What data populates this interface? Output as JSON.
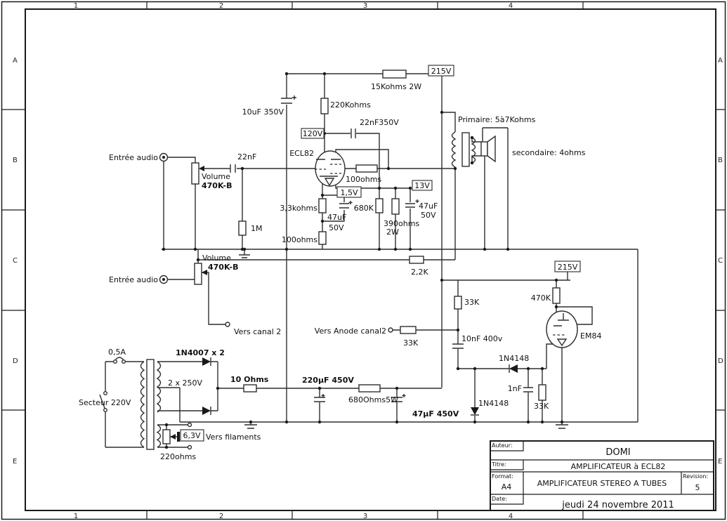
{
  "frame": {
    "cols": [
      "1",
      "2",
      "3",
      "4"
    ],
    "rows": [
      "A",
      "B",
      "C",
      "D",
      "E"
    ]
  },
  "title_block": {
    "auteur_label": "Auteur:",
    "auteur_value": "DOMI",
    "titre_label": "Titre:",
    "titre_value": "AMPLIFICATEUR à ECL82",
    "format_label": "Format:",
    "format_value": "A4",
    "main_title": "AMPLIFICATEUR STEREO A TUBES",
    "revision_label": "Revision:",
    "revision_value": "5",
    "date_label": "Date:",
    "date_value": "jeudi 24 novembre 2011"
  },
  "schematic": {
    "labels": {
      "entree_audio": "Entrée audio",
      "volume": "Volume",
      "v470kb": "470K-B",
      "c22nf": "22nF",
      "r1m": "1M",
      "vers_canal2": "Vers canal 2",
      "ecl82": "ECL82",
      "c10uf": "10uF 350V",
      "r220k": "220Kohms",
      "r15k": "15Kohms 2W",
      "v215": "215V",
      "v120": "120V",
      "v15": "1,5V",
      "v13": "13V",
      "v63": "6,3V",
      "c22nf350": "22nF350V",
      "primaire": "Primaire: 5à7Kohms",
      "secondaire": "secondaire: 4ohms",
      "r3k3": "3,3kohms",
      "c47uf": "47uF",
      "v50": "50V",
      "r100": "100ohms",
      "r680k": "680K",
      "r390": "390ohms",
      "w2": "2W",
      "r2k2": "2,2K",
      "r470k": "470K",
      "r33k": "33K",
      "em84": "EM84",
      "c10nf": "10nF 400v",
      "vers_anode": "Vers Anode canal2",
      "d4148": "1N4148",
      "c1nf": "1nF",
      "fuse": "0,5A",
      "d4007": "1N4007 x 2",
      "sec250": "2 x 250V",
      "secteur": "Secteur 220V",
      "r10": "10 Ohms",
      "c220uf": "220µF 450V",
      "r680": "680Ohms5W",
      "c47uf450": "47µF 450V",
      "vers_fil": "Vers filaments",
      "r220": "220ohms"
    }
  }
}
